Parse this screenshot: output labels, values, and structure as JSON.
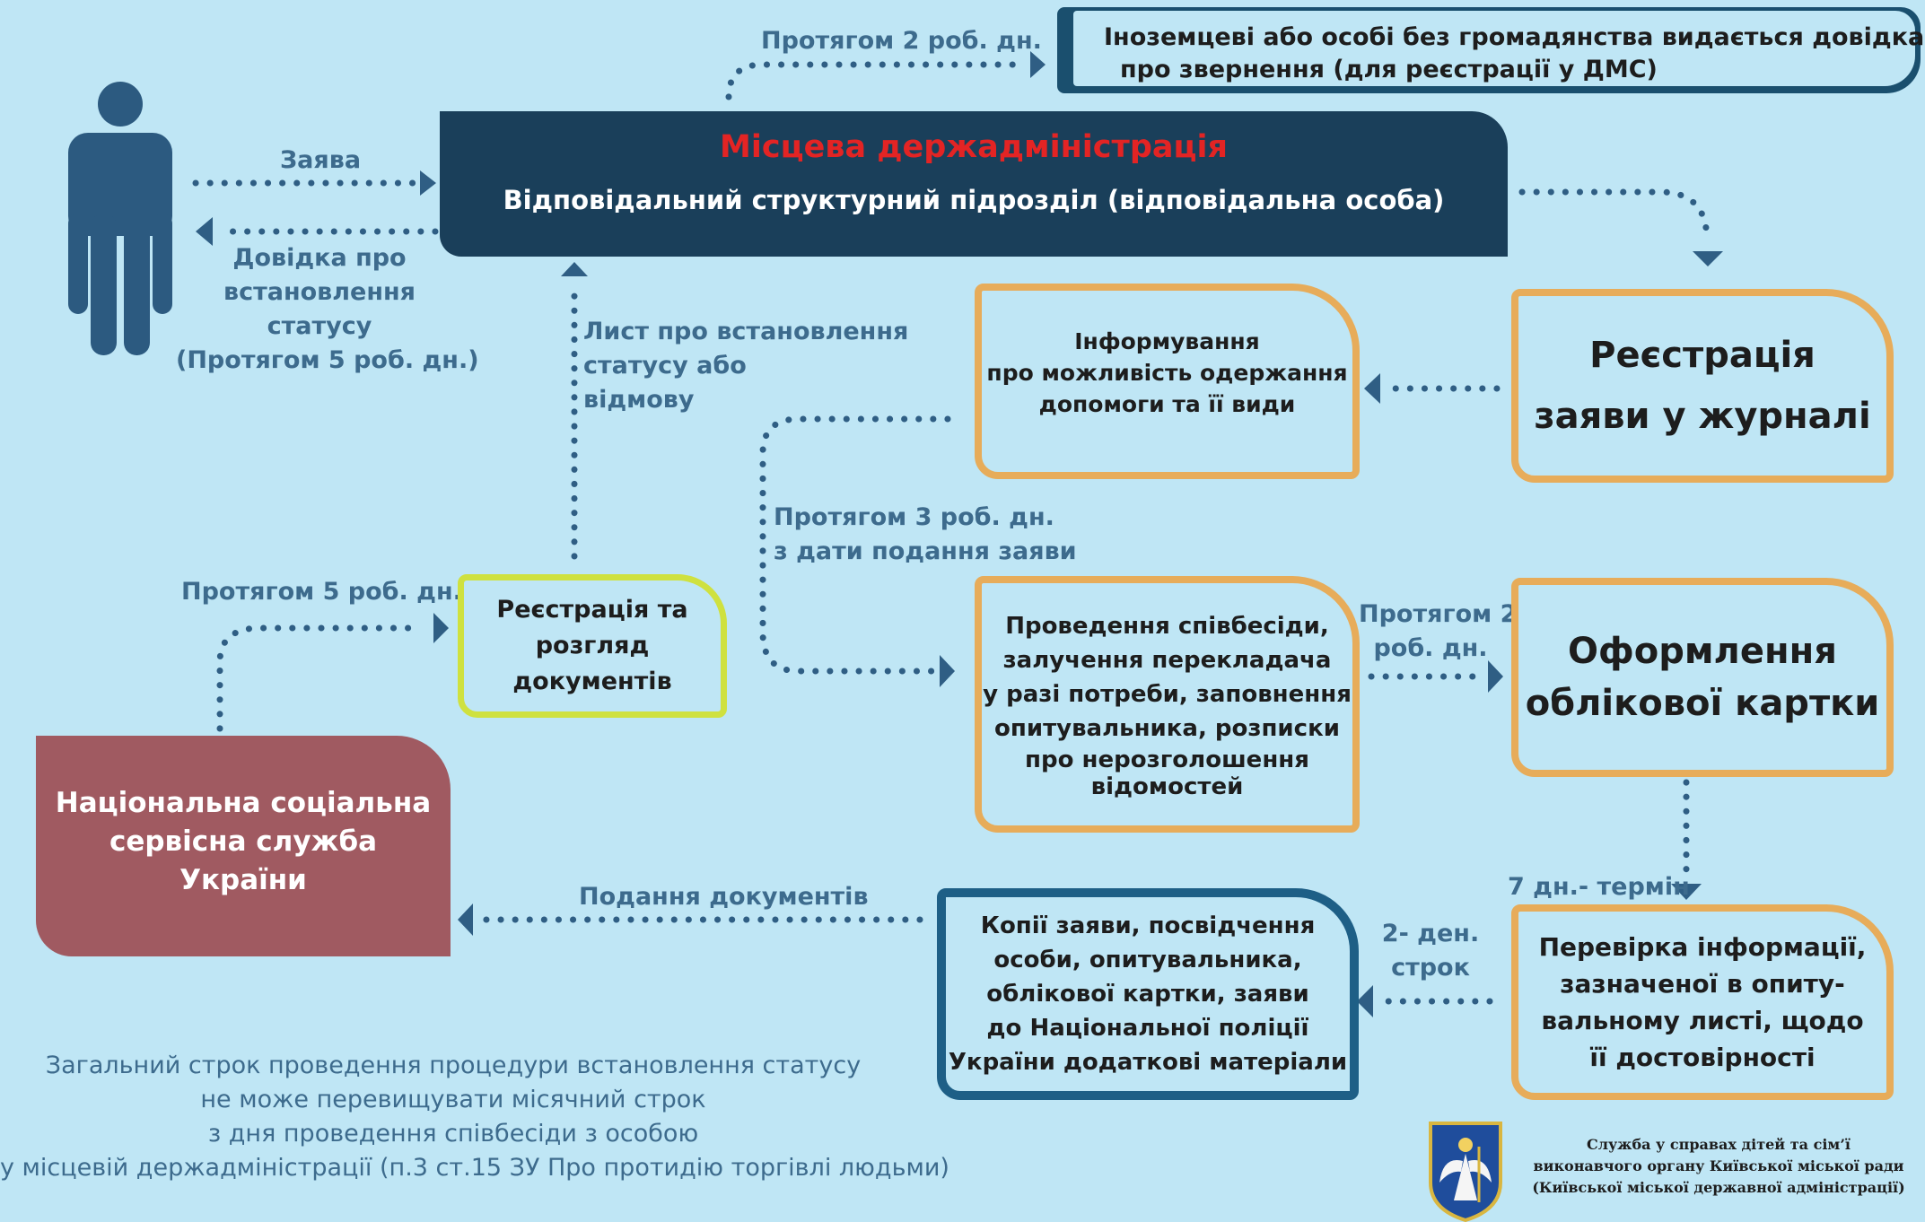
{
  "header_box": {
    "title": "Місцева держадміністрація",
    "subtitle": "Відповідальний структурний підрозділ (відповідальна особа)"
  },
  "top_note": {
    "line1": "Іноземцеві або особі без громадянства видається довідка",
    "line2": "про звернення (для реєстрації у ДМС)"
  },
  "labels": {
    "zayava": "Заява",
    "dovidka": [
      "Довідка про",
      "встановлення",
      "статусу",
      "(Протягом 5 роб. дн.)"
    ],
    "top_term": "Протягом 2 роб. дн.",
    "lyst": [
      "Лист про встановлення",
      "статусу або",
      "відмову"
    ],
    "term3": [
      "Протягом 3 роб. дн.",
      "з дати подання заяви"
    ],
    "term5": "Протягом 5 роб. дн.",
    "term2": [
      "Протягом 2",
      "роб. дн."
    ],
    "term7": "7 дн.- термін",
    "term2day": [
      "2- ден.",
      "строк"
    ],
    "podannia": "Подання документів"
  },
  "boxes": {
    "reestratsiia": [
      "Реєстрація",
      "заяви у журналі"
    ],
    "informuvannia": [
      "Інформування",
      "про можливість одержання",
      "допомоги та її види"
    ],
    "rozghliad": [
      "Реєстрація та",
      "розгляд",
      "документів"
    ],
    "spivbesida": [
      "Проведення співбесіди,",
      "залучення перекладача",
      "у разі потреби, заповнення",
      "опитувальника, розписки",
      "про нерозголошення",
      "відомостей"
    ],
    "kartka": [
      "Оформлення",
      "облікової картки"
    ],
    "perevirka": [
      "Перевірка інформації,",
      "зазначеної в опиту-",
      "вальному листі, щодо",
      "її достовірності"
    ],
    "kopii": [
      "Копії заяви, посвідчення",
      "особи, опитувальника,",
      "облікової картки, заяви",
      "до Національної поліції",
      "України додаткові матеріали"
    ],
    "nsss": [
      "Національна соціальна",
      "сервісна служба",
      "України"
    ]
  },
  "footer_note": [
    "Загальний строк проведення процедури встановлення статусу",
    "не може перевищувати місячний строк",
    "з дня проведення співбесіди з особою",
    "у місцевій держадміністрації (п.3 ст.15 ЗУ Про протидію торгівлі людьми)"
  ],
  "org": [
    "Служба у справах дітей та сім’ї",
    "виконавчого органу Київської міської ради",
    "(Київської міської державної адміністрації)"
  ],
  "icons": [
    "person-icon",
    "coat-of-arms-icon"
  ],
  "colors": {
    "background": "#bfe6f5",
    "dark_navy": "#1a3f5a",
    "title_red": "#e32424",
    "orange": "#e7ac5a",
    "lime": "#cfe13f",
    "blue_border": "#1e5f86",
    "maroon": "#a05a61",
    "label_blue": "#3d6b8d",
    "dots": "#2f5e84"
  }
}
